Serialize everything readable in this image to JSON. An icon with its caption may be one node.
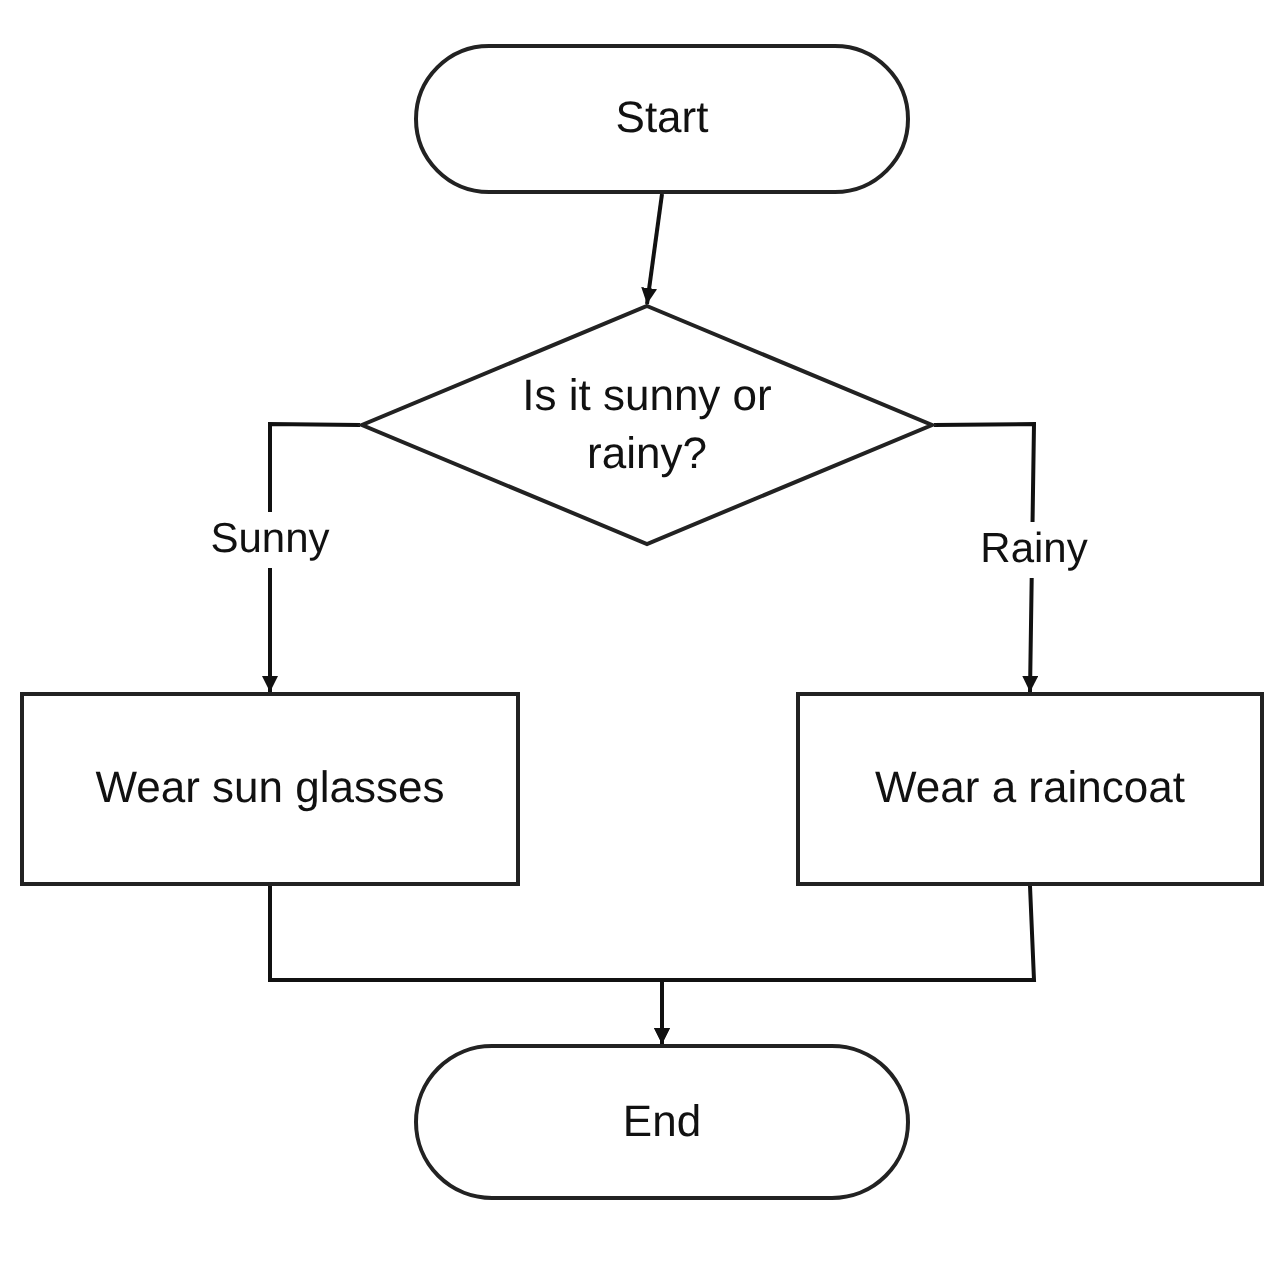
{
  "diagram": {
    "nodes": [
      {
        "text": [
          "Start"
        ]
      },
      {
        "text": [
          "Is it sunny or rainy?"
        ]
      },
      {
        "text": [
          "Wear sun glasses"
        ]
      },
      {
        "text": [
          "Wear a raincoat"
        ]
      },
      {
        "text": [
          "End"
        ]
      }
    ],
    "edges": [
      {
        "from": 0,
        "to": 1,
        "arrow": "to"
      },
      {
        "from": 1,
        "to": 2,
        "arrow": "to",
        "label": "Sunny"
      },
      {
        "from": 1,
        "to": 3,
        "arrow": "to",
        "label": "Rainy"
      },
      {
        "from": 2,
        "to": 4,
        "arrow": "to"
      },
      {
        "from": 3,
        "to": 4,
        "arrow": "to"
      }
    ]
  }
}
